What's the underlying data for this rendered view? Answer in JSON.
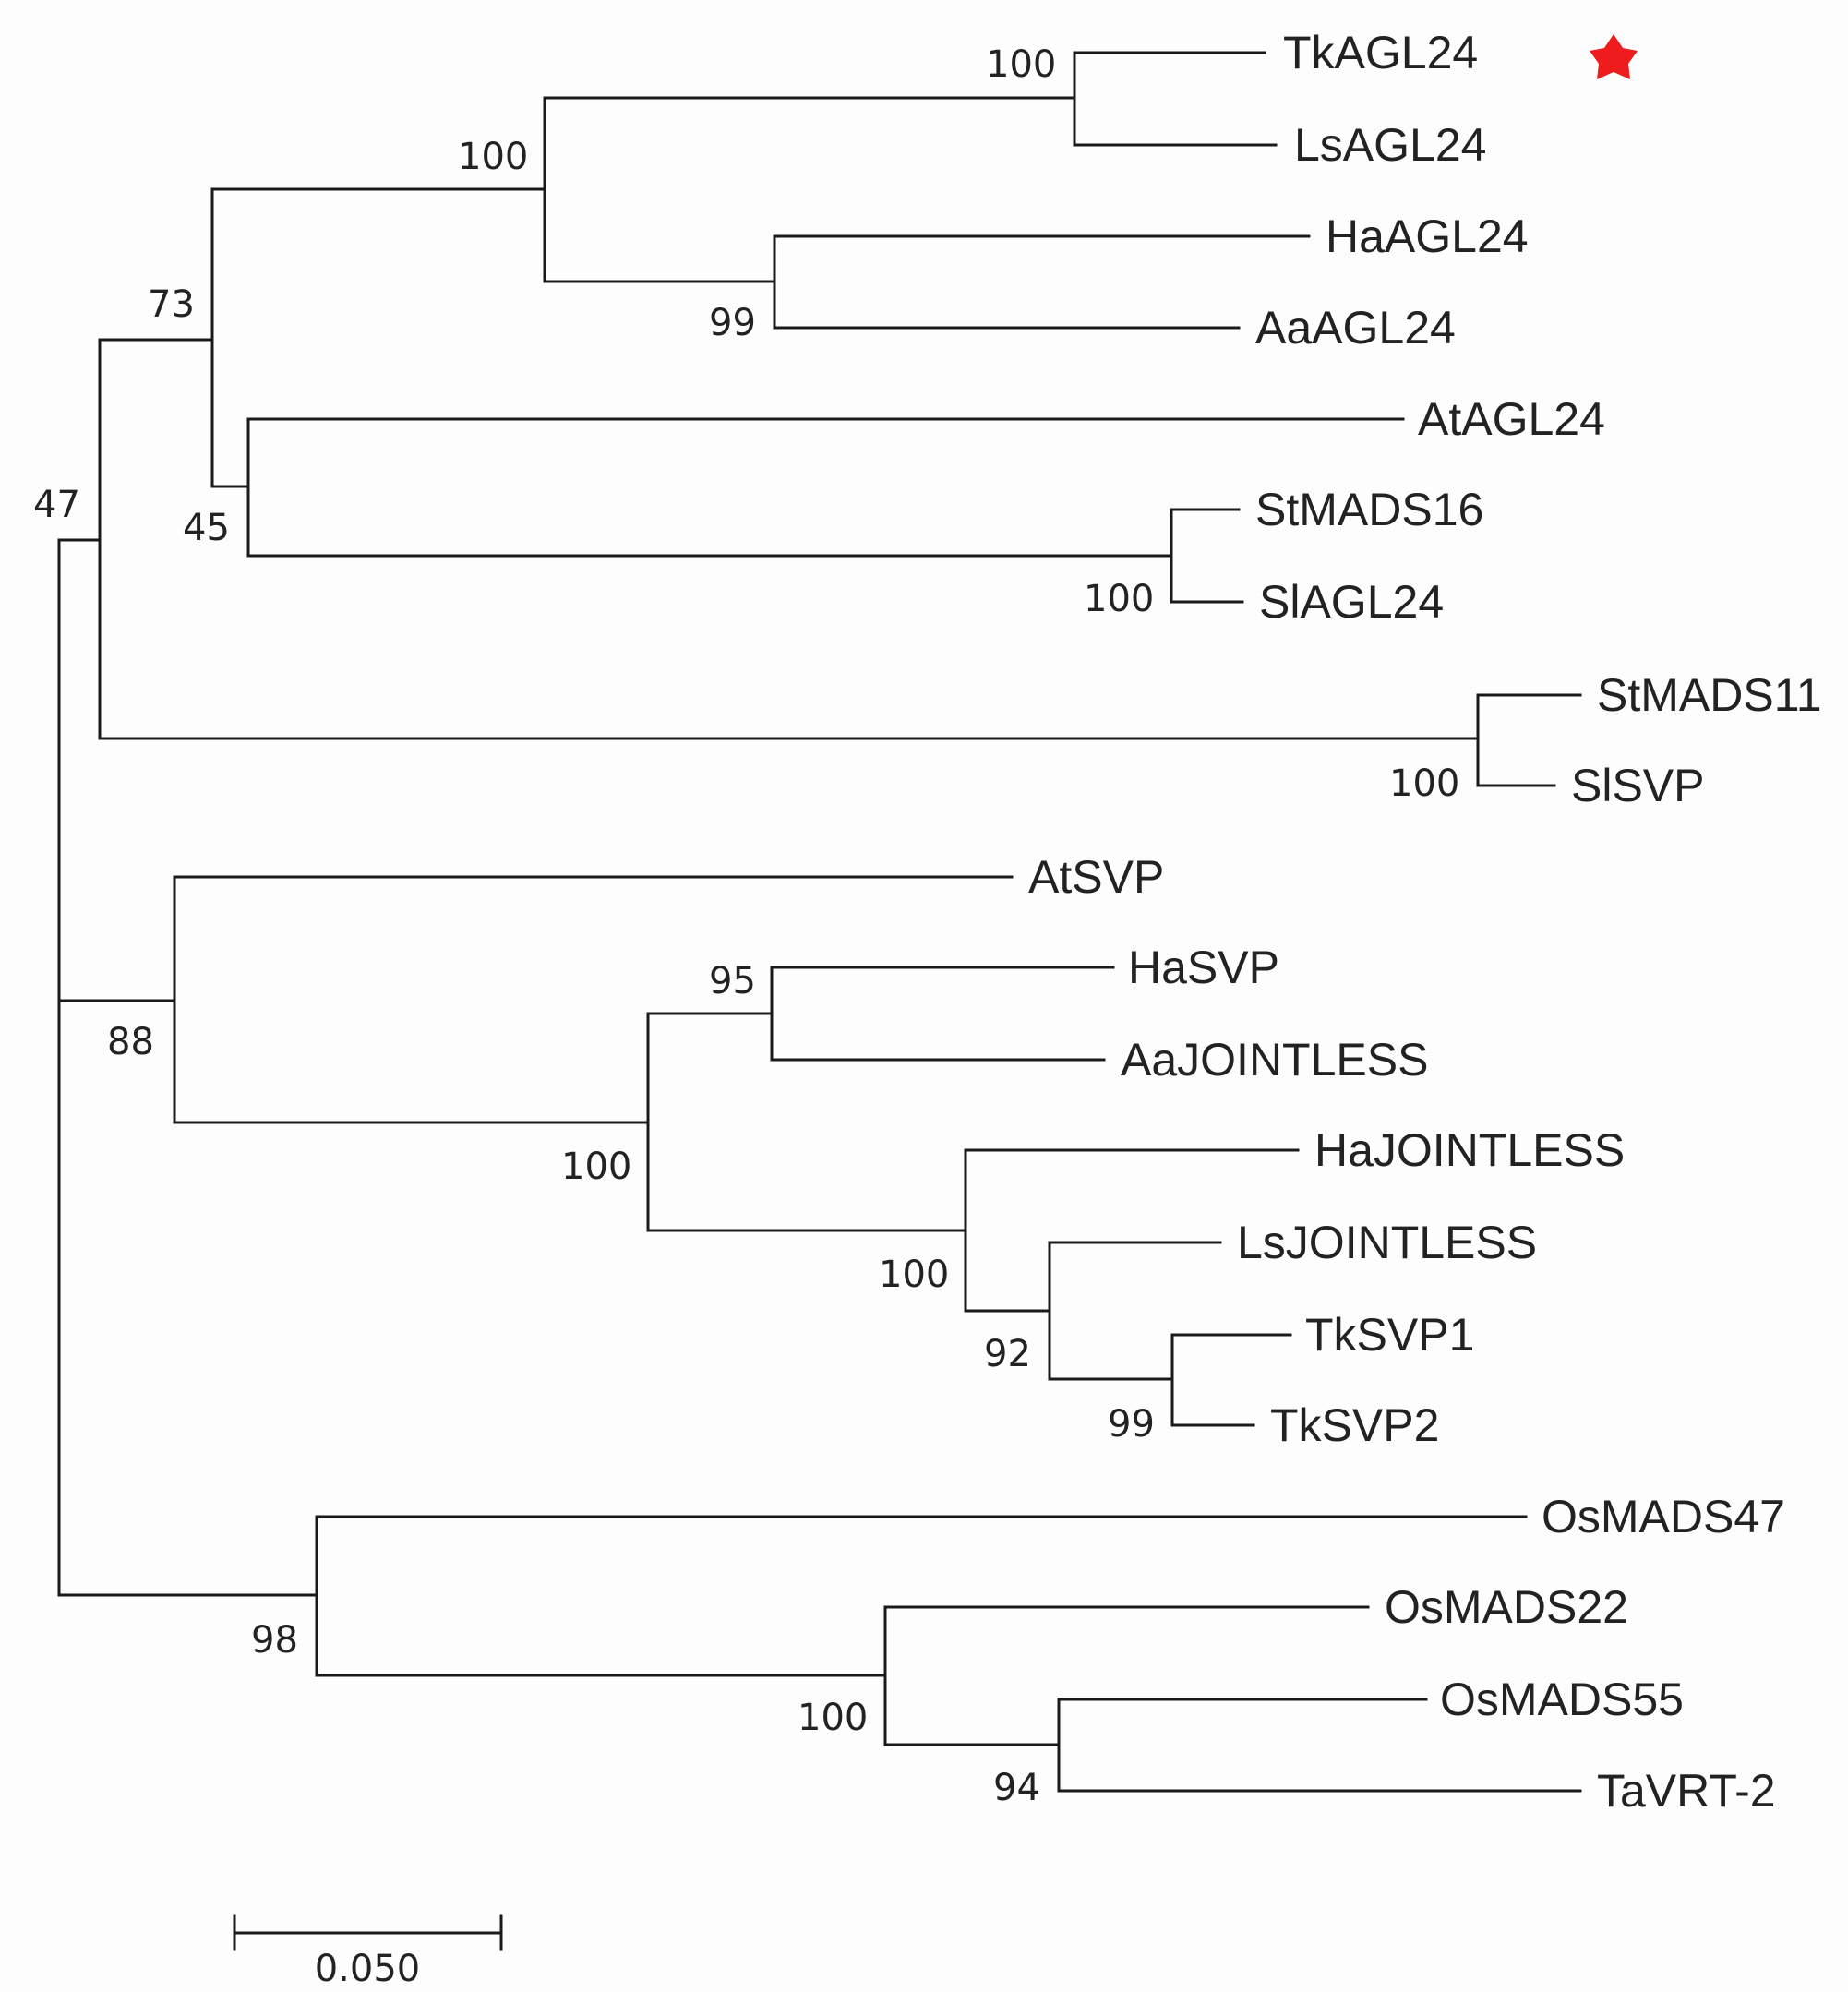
{
  "leaves": {
    "tkagl24": "TkAGL24",
    "lsagl24": "LsAGL24",
    "haagl24": "HaAGL24",
    "aaagl24": "AaAGL24",
    "atagl24": "AtAGL24",
    "stmads16": "StMADS16",
    "slagl24": "SlAGL24",
    "stmads11": "StMADS11",
    "slsvp": "SlSVP",
    "atsvp": "AtSVP",
    "hasvp": "HaSVP",
    "aajointless": "AaJOINTLESS",
    "hajointless": "HaJOINTLESS",
    "lsjointless": "LsJOINTLESS",
    "tksvp1": "TkSVP1",
    "tksvp2": "TkSVP2",
    "osmads47": "OsMADS47",
    "osmads22": "OsMADS22",
    "osmads55": "OsMADS55",
    "tavrt2": "TaVRT-2"
  },
  "bootstrap": {
    "root": "47",
    "n_agl24_svp_outer": "73",
    "n_agl24_core": "100",
    "n_tk_ls": "100",
    "n_ha_aa": "99",
    "n_at_st_sl": "45",
    "n_st16_sl": "100",
    "n_st11_slsvp": "100",
    "n_svp_clade": "88",
    "n_jointless": "100",
    "n_hasvp_aa": "95",
    "n_ha_ls_tk": "100",
    "n_ls_tk": "92",
    "n_tksvp": "99",
    "n_grass": "98",
    "n_os22_55_ta": "100",
    "n_os55_ta": "94"
  },
  "scale_bar": {
    "label": "0.050",
    "value": 0.05
  },
  "highlight": {
    "leaf": "TkAGL24",
    "marker": "star-icon",
    "color": "#ee1c1c"
  }
}
